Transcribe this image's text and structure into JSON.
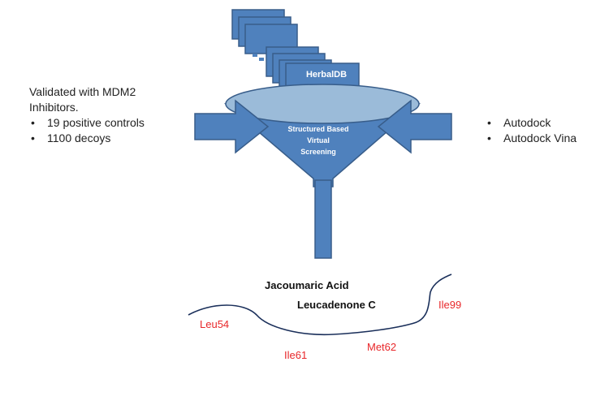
{
  "database": {
    "label": "HerbalDB"
  },
  "funnel": {
    "lines": [
      "Structured Based",
      "Virtual",
      "Screening"
    ]
  },
  "validation": {
    "title_line1": "Validated with MDM2",
    "title_line2": "Inhibitors.",
    "items": [
      "19 positive controls",
      "1100 decoys"
    ]
  },
  "tools": {
    "items": [
      "Autodock",
      "Autodock Vina"
    ]
  },
  "compounds": [
    "Jacoumaric Acid",
    "Leucadenone C"
  ],
  "residues": [
    "Leu54",
    "Ile61",
    "Met62",
    "Ile99"
  ],
  "colors": {
    "shape_fill": "#4f81bd",
    "shape_stroke": "#385d8a",
    "funnel_top": "#9bbbd9",
    "residue_text": "#e8272a"
  }
}
